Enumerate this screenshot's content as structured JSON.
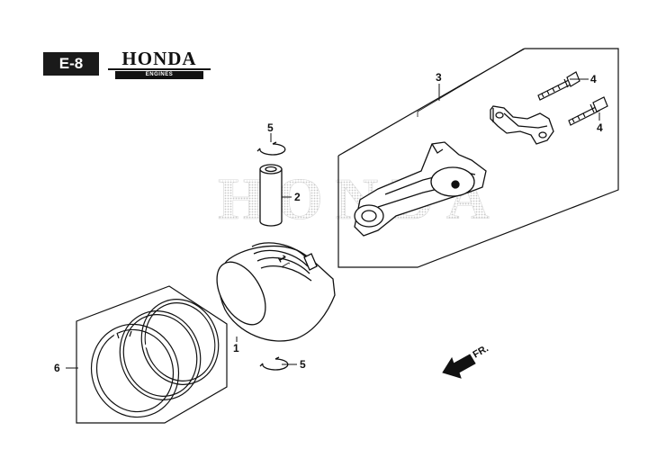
{
  "header": {
    "section_code": "E-8",
    "brand_name": "HONDA",
    "brand_sub": "ENGINES"
  },
  "watermark": {
    "text": "HONDA"
  },
  "direction": {
    "label": "FR."
  },
  "callouts": [
    {
      "id": "piston",
      "label": "1"
    },
    {
      "id": "piston-pin",
      "label": "2"
    },
    {
      "id": "connecting-rod-assembly",
      "label": "3"
    },
    {
      "id": "rod-bolt-upper",
      "label": "4"
    },
    {
      "id": "rod-bolt-lower",
      "label": "4"
    },
    {
      "id": "pin-clip-upper",
      "label": "5"
    },
    {
      "id": "pin-clip-lower",
      "label": "5"
    },
    {
      "id": "piston-ring-set",
      "label": "6"
    }
  ],
  "colors": {
    "ink": "#111111",
    "watermark": "#d2d2d2"
  }
}
